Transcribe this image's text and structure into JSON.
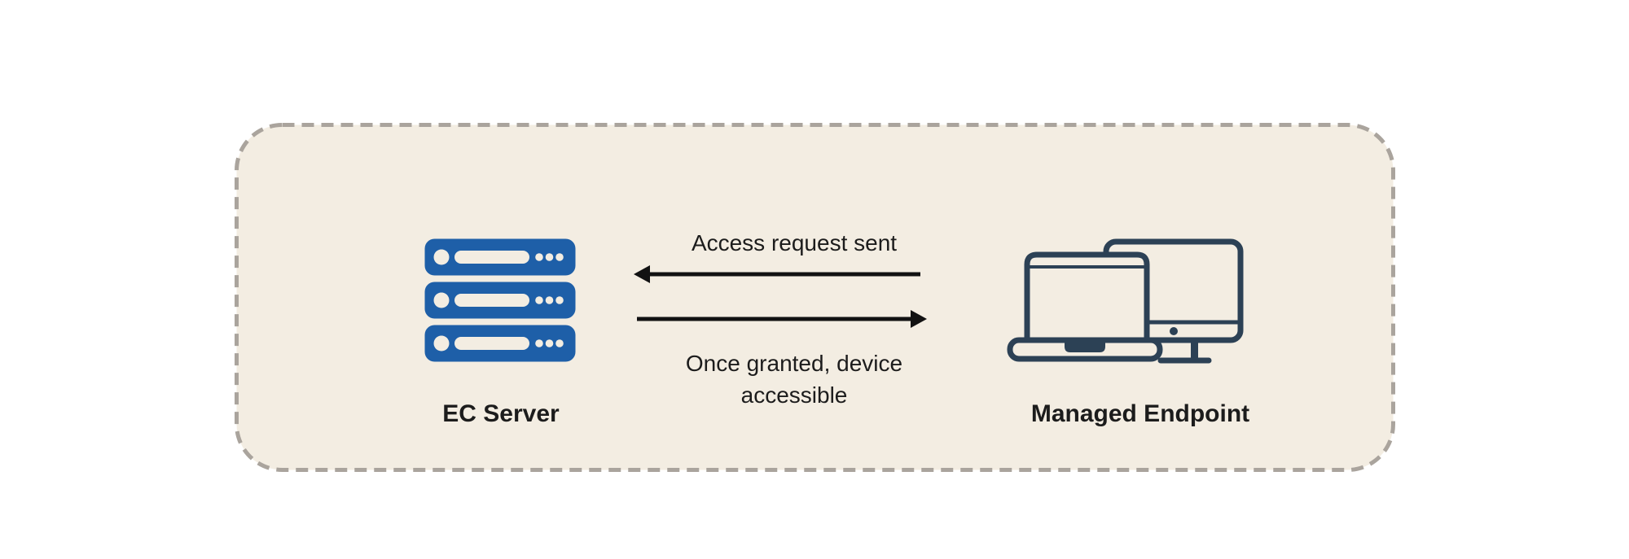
{
  "colors": {
    "page-bg": "#ffffff",
    "panel-bg": "#f3ede2",
    "panel-border": "#aaa49d",
    "server-blue": "#1e5fa8",
    "endpoint-navy": "#2c4155",
    "arrow-black": "#121212",
    "text-black": "#1c1c1c"
  },
  "nodes": {
    "server": {
      "label": "EC Server",
      "icon": "server-rack-icon"
    },
    "endpoint": {
      "label": "Managed Endpoint",
      "icon": "laptop-desktop-icon"
    }
  },
  "flows": [
    {
      "label": "Access request sent",
      "from": "Managed Endpoint",
      "to": "EC Server",
      "direction": "right-to-left"
    },
    {
      "label": "Once granted, device accessible",
      "from": "EC Server",
      "to": "Managed Endpoint",
      "direction": "left-to-right"
    }
  ]
}
